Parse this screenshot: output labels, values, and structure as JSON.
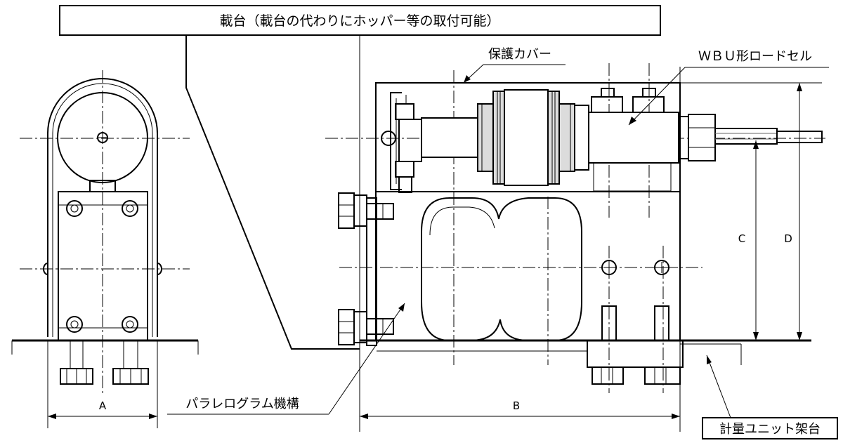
{
  "labels": {
    "top_callout": "載台（載台の代わりにホッパー等の取付可能）",
    "cover": "保護カバー",
    "loadcell": "ＷＢＵ形ロードセル",
    "parallelogram": "パラレログラム機構",
    "frame": "計量ユニット架台"
  },
  "dimensions": {
    "a": "A",
    "b": "B",
    "c": "C",
    "d": "D"
  }
}
